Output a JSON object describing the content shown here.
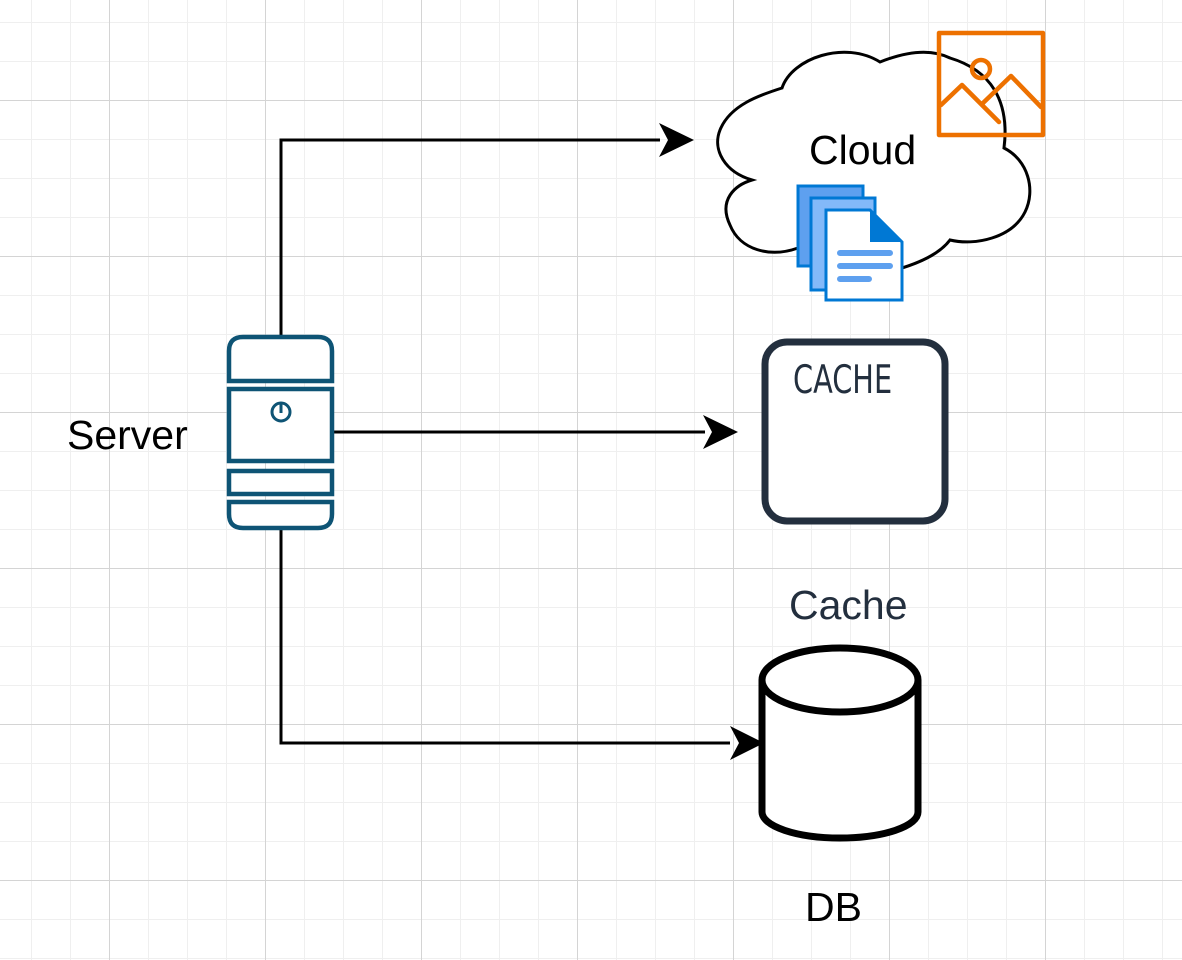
{
  "diagram": {
    "nodes": {
      "server": {
        "label": "Server",
        "icon": "server-icon",
        "color": "#0e5475"
      },
      "cloud": {
        "label": "Cloud",
        "icon": "cloud-shape"
      },
      "cache": {
        "label": "Cache",
        "badge_text": "CACHE",
        "icon": "cache-icon",
        "color": "#232f3e"
      },
      "db": {
        "label": "DB",
        "icon": "database-cylinder-icon"
      }
    },
    "decorations": {
      "image_icon": {
        "icon": "image-icon",
        "color": "#ed7100"
      },
      "documents_icon": {
        "icon": "documents-icon",
        "color": "#0078d4"
      }
    },
    "edges": [
      {
        "from": "Server",
        "to": "Cloud"
      },
      {
        "from": "Server",
        "to": "Cache"
      },
      {
        "from": "Server",
        "to": "DB"
      }
    ]
  }
}
